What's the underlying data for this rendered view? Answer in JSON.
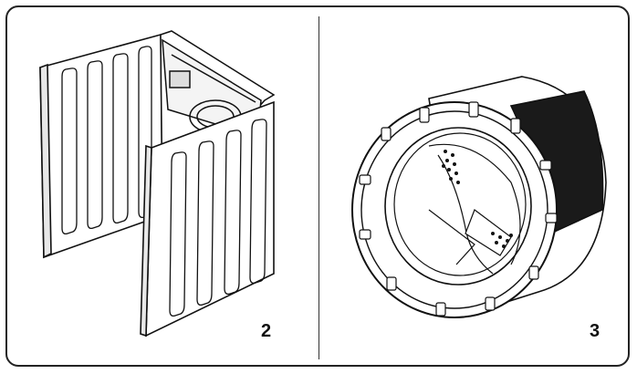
{
  "figures": [
    {
      "number": "2",
      "subject": "cabinet-side-panels"
    },
    {
      "number": "3",
      "subject": "drum-tub"
    }
  ]
}
